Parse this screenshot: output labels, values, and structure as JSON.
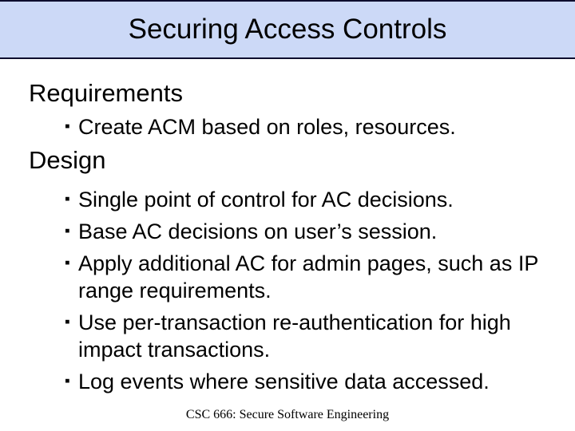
{
  "slide": {
    "title": "Securing Access Controls",
    "bullet_char": "▪",
    "footer": "CSC 666: Secure Software Engineering",
    "colors": {
      "title_bar_bg": "#ccd9f7",
      "title_bar_border": "#0d0d2e",
      "slide_bg": "#ffffff",
      "text": "#000000"
    },
    "sections": [
      {
        "heading": "Requirements",
        "bullets": [
          "Create ACM based on roles, resources."
        ]
      },
      {
        "heading": "Design",
        "bullets": [
          "Single point of control for AC decisions.",
          "Base AC decisions on user’s session.",
          "Apply additional AC for admin pages, such as IP range requirements.",
          "Use per-transaction re-authentication for high impact transactions.",
          "Log events where sensitive data accessed."
        ]
      }
    ]
  }
}
